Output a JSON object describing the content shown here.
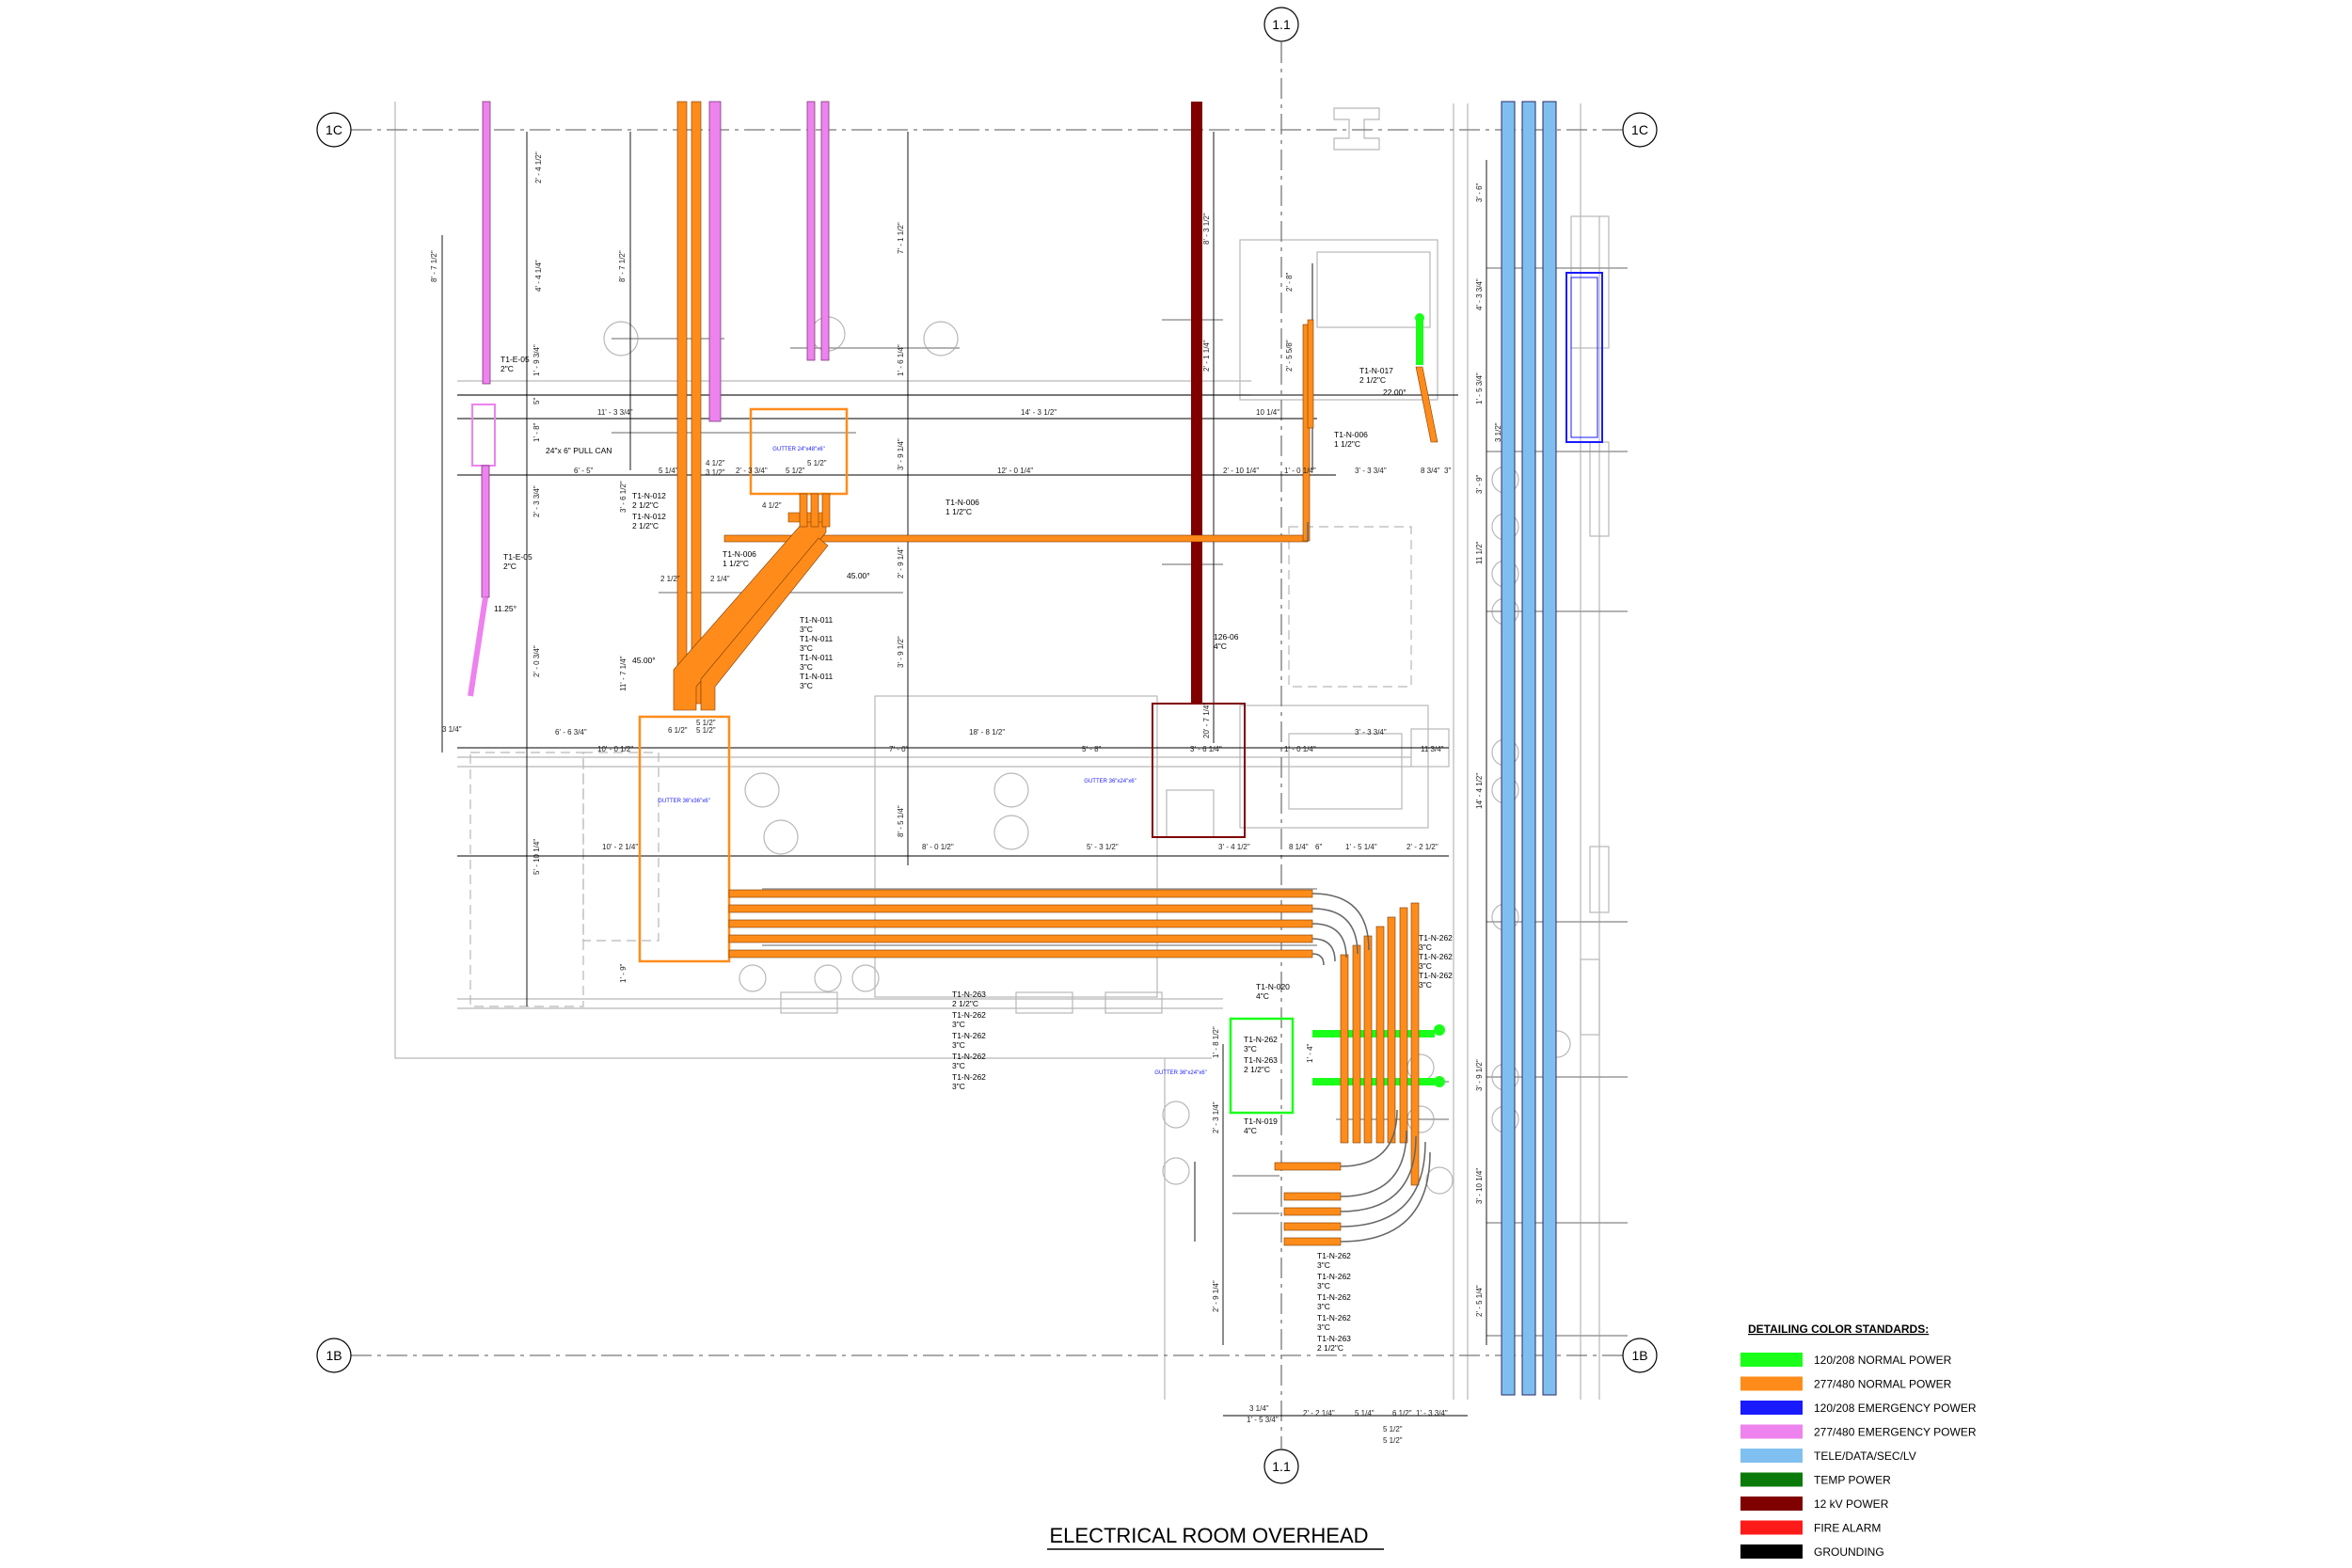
{
  "sheet": {
    "title": "ELECTRICAL ROOM OVERHEAD",
    "grid_lines": {
      "top_1_1": "1.1",
      "bottom_1_1": "1.1",
      "left_1C": "1C",
      "right_1C": "1C",
      "left_1B": "1B",
      "right_1B": "1B"
    }
  },
  "legend": {
    "title": "DETAILING COLOR STANDARDS:",
    "items": [
      {
        "label": "120/208 NORMAL POWER",
        "color": "#1aff1a"
      },
      {
        "label": "277/480 NORMAL POWER",
        "color": "#ff8c1a"
      },
      {
        "label": "120/208 EMERGENCY POWER",
        "color": "#1a1aff"
      },
      {
        "label": "277/480 EMERGENCY POWER",
        "color": "#ee82ee"
      },
      {
        "label": "TELE/DATA/SEC/LV",
        "color": "#80c0f0"
      },
      {
        "label": "TEMP POWER",
        "color": "#0a7a0a"
      },
      {
        "label": "12 kV POWER",
        "color": "#800000"
      },
      {
        "label": "FIRE ALARM",
        "color": "#ff1a1a"
      },
      {
        "label": "GROUNDING",
        "color": "#000000"
      }
    ]
  },
  "tags": {
    "t1e05_top": [
      "T1-E-05",
      "2\"C"
    ],
    "pull_can": "24\"x 6\" PULL CAN",
    "t1e05_bot": [
      "T1-E-05",
      "2\"C"
    ],
    "angle_1125": "11.25°",
    "t1n012": [
      "T1-N-012",
      "2 1/2\"C",
      "T1-N-012",
      "2 1/2\"C"
    ],
    "t1n006_mid": [
      "T1-N-006",
      "1 1/2\"C"
    ],
    "t1n006_top": [
      "T1-N-006",
      "1 1/2\"C"
    ],
    "t1n006_diag": [
      "T1-N-006",
      "1 1/2\"C"
    ],
    "t1n011": [
      "T1-N-011",
      "3\"C",
      "T1-N-011",
      "3\"C",
      "T1-N-011",
      "3\"C",
      "T1-N-011",
      "3\"C"
    ],
    "angle_45a": "45.00°",
    "angle_45b": "45.00°",
    "t1n017": [
      "T1-N-017",
      "2 1/2\"C"
    ],
    "angle_22": "22.00°",
    "t12606": [
      "126-06",
      "4\"C"
    ],
    "gutter_top": "GUTTER 24\"x48\"x6\"",
    "gutter_left": "GUTTER 36\"x36\"x6\"",
    "gutter_mid": "GUTTER 36\"x24\"x6\"",
    "gutter_green": "GUTTER 36\"x24\"x6\"",
    "t1n262_right": [
      "T1-N-262",
      "3\"C",
      "T1-N-262",
      "3\"C",
      "T1-N-262",
      "3\"C"
    ],
    "t1n020": [
      "T1-N-020",
      "4\"C"
    ],
    "t1n_green": [
      "T1-N-262",
      "3\"C",
      "T1-N-263",
      "2 1/2\"C"
    ],
    "t1n019": [
      "T1-N-019",
      "4\"C"
    ],
    "t1n263_mid": [
      "T1-N-263",
      "2 1/2\"C",
      "T1-N-262",
      "3\"C",
      "T1-N-262",
      "3\"C",
      "T1-N-262",
      "3\"C",
      "T1-N-262",
      "3\"C"
    ],
    "t1n262_bot": [
      "T1-N-262",
      "3\"C",
      "T1-N-262",
      "3\"C",
      "T1-N-262",
      "3\"C",
      "T1-N-262",
      "3\"C",
      "T1-N-263",
      "2 1/2\"C"
    ]
  },
  "dimensions": {
    "h_row1": [
      "11' - 3 3/4\"",
      "14' - 3 1/2\"",
      "10 1/4\""
    ],
    "h_row2": [
      "6' - 5\"",
      "5 1/4\"",
      "2' - 3 3/4\"",
      "5 1/2\"",
      "12' - 0 1/4\"",
      "2' - 10 1/4\"",
      "1' - 0 1/4\"",
      "3' - 3 3/4\"",
      "8 3/4\"",
      "3\""
    ],
    "h_row3": [
      "3 1/4\"",
      "6' - 6 3/4\"",
      "10' - 0 1/2\"",
      "7' - 0\"",
      "18' - 8 1/2\"",
      "5' - 8\"",
      "3' - 6 1/4\"",
      "1' - 0 1/4\"",
      "3' - 3 3/4\"",
      "11 3/4\""
    ],
    "h_row4": [
      "10' - 2 1/4\"",
      "8' - 0 1/2\"",
      "5' - 3 1/2\"",
      "3' - 4 1/2\"",
      "8 1/4\"",
      "6\"",
      "1' - 5 1/4\"",
      "2' - 2 1/2\""
    ],
    "h_bottom": [
      "3 1/4\"",
      "1' - 5 3/4\"",
      "2' - 2 1/4\"",
      "5 1/4\"",
      "6 1/2\"",
      "1' - 3 3/4\"",
      "5 1/2\"",
      "5 1/2\""
    ],
    "v_left": [
      "8' - 7 1/2\"",
      "1' - 9 3/4\"",
      "5\"",
      "1' - 8\"",
      "2' - 3 3/4\"",
      "2' - 0 3/4\"",
      "5' - 10 1/4\"",
      "1' - 9\""
    ],
    "v_col2": [
      "2' - 4 1/2\"",
      "4' - 4 1/4\"",
      "3' - 6 1/2\"",
      "11' - 7 1/4\""
    ],
    "v_col3": [
      "8' - 7 1/2\""
    ],
    "v_col4": [
      "7' - 1 1/2\"",
      "1' - 6 1/4\"",
      "3' - 9 1/4\"",
      "2' - 9 1/4\"",
      "3' - 9 1/2\"",
      "8' - 5 1/4\""
    ],
    "v_col5": [
      "8' - 3 1/2\"",
      "2' - 1 1/4\"",
      "20' - 7 1/4\""
    ],
    "v_col6": [
      "2' - 8\"",
      "2' - 5 5/8\""
    ],
    "v_right": [
      "3' - 6\"",
      "4' - 3 3/4\"",
      "1' - 5 3/4\"",
      "3' - 9\"",
      "11 1/2\"",
      "14' - 4 1/2\"",
      "3' - 9 1/2\"",
      "3' - 10 1/4\"",
      "2' - 5 1/4\"",
      "3 1/2\""
    ],
    "v_lower": [
      "1' - 8 1/2\"",
      "2' - 3 1/4\"",
      "2' - 9 1/4\"",
      "1' - 4\""
    ],
    "small": [
      "2 1/2\"",
      "2 1/4\"",
      "4 1/2\"",
      "3 1/2\"",
      "5 1/2\"",
      "4 1/2\"",
      "5 1/2\"",
      "6 1/2\"",
      "5 1/2\""
    ]
  }
}
